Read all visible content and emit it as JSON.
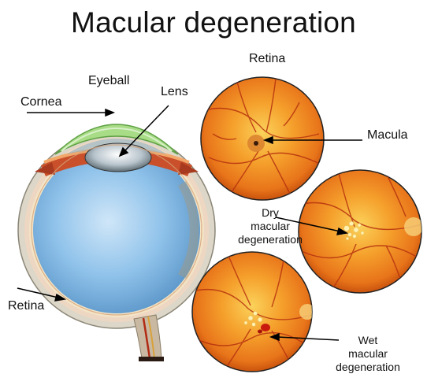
{
  "title": "Macular degeneration",
  "labels": {
    "retina_top": "Retina",
    "eyeball": "Eyeball",
    "lens": "Lens",
    "cornea": "Cornea",
    "macula": "Macula",
    "retina_left": "Retina",
    "dry": [
      "Dry",
      "macular",
      "degeneration"
    ],
    "wet": [
      "Wet",
      "macular",
      "degeneration"
    ]
  },
  "colors": {
    "eye_fill": "#7ab4e0",
    "fundus_outer": "#e86a12",
    "fundus_inner": "#f7b33a",
    "vessel": "#b5310f",
    "sclera": "#d9d4c4",
    "cornea_green": "#8fcf6a"
  }
}
